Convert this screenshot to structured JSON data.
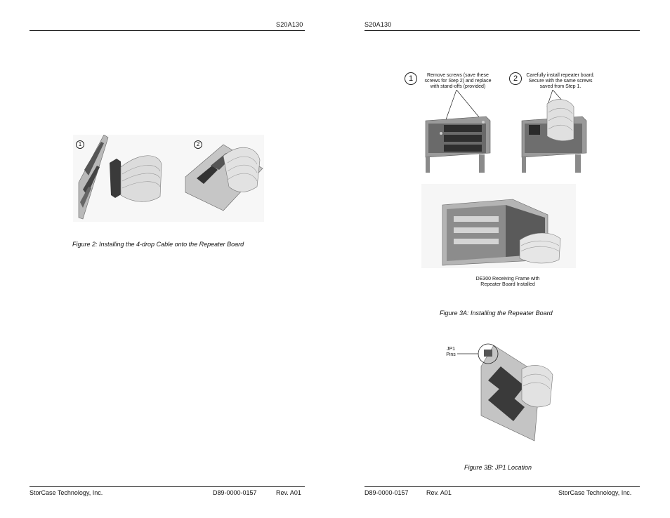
{
  "left_page": {
    "header": {
      "doc_id": "S20A130"
    },
    "figure2": {
      "step1": "1",
      "step2": "2",
      "caption": "Figure 2:  Installing the 4-drop Cable onto the Repeater Board"
    },
    "footer": {
      "company": "StorCase Technology, Inc.",
      "doc_number": "D89-0000-0157",
      "revision": "Rev. A01"
    }
  },
  "right_page": {
    "header": {
      "doc_id": "S20A130"
    },
    "figure3a": {
      "step1_num": "1",
      "step1_text_l1": "Remove screws (save these",
      "step1_text_l2": "screws for Step 2) and replace",
      "step1_text_l3": "with stand-offs (provided)",
      "step2_num": "2",
      "step2_text_l1": "Carefully install repeater board.",
      "step2_text_l2": "Secure with the same screws",
      "step2_text_l3": "saved from Step 1.",
      "frame_label_l1": "DE300 Receiving Frame with",
      "frame_label_l2": "Repeater Board Installed",
      "caption": "Figure 3A:  Installing the Repeater Board"
    },
    "figure3b": {
      "jp1_label_l1": "JP1",
      "jp1_label_l2": "Pins",
      "caption": "Figure 3B:  JP1 Location"
    },
    "footer": {
      "doc_number": "D89-0000-0157",
      "revision": "Rev. A01",
      "company": "StorCase Technology, Inc."
    }
  }
}
